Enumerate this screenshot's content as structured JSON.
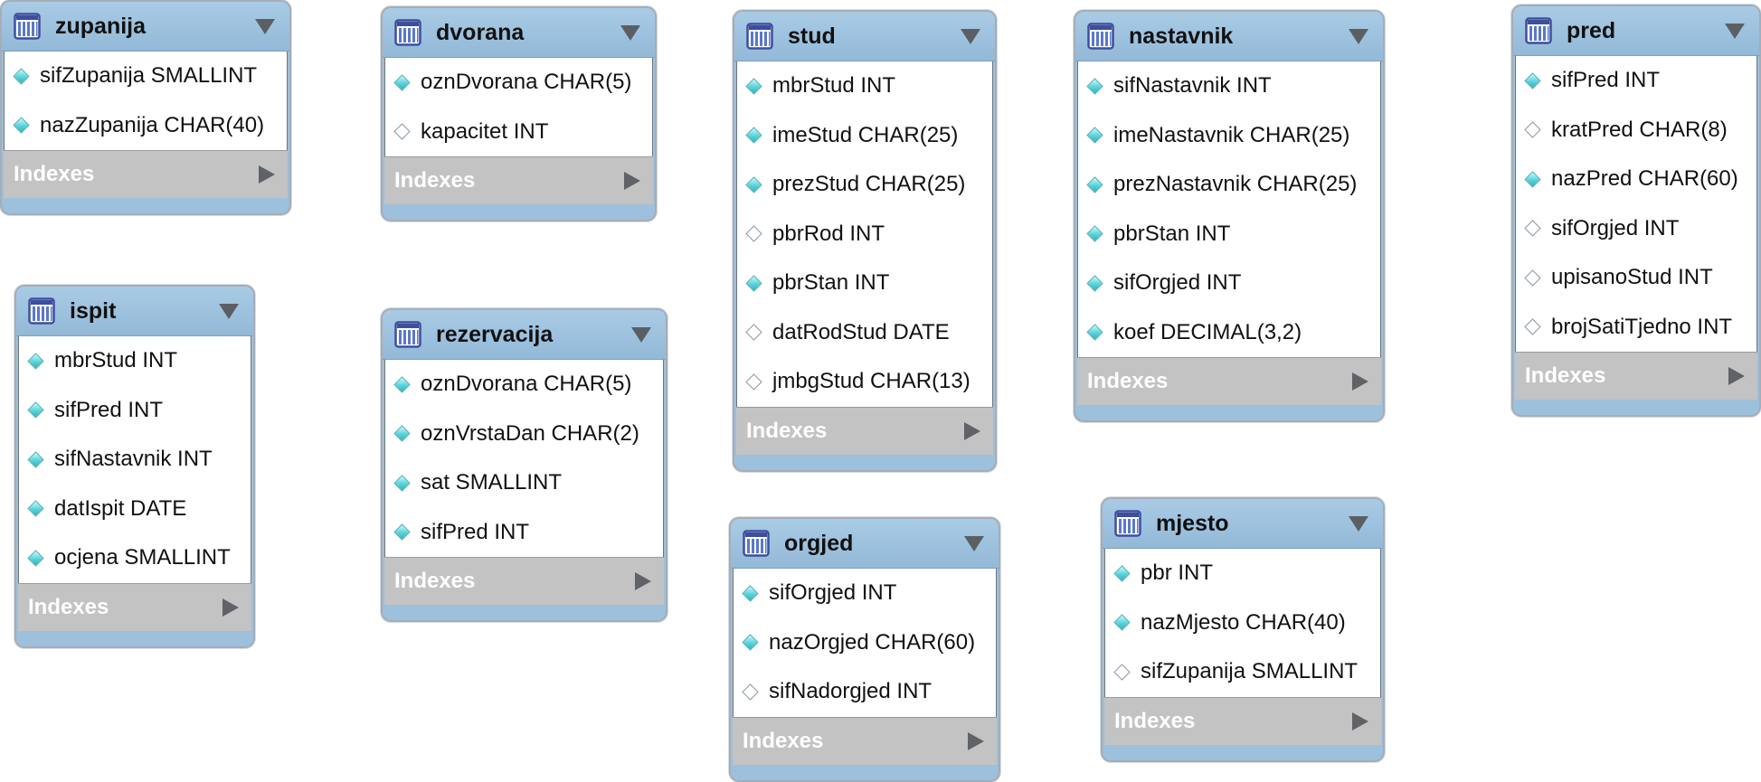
{
  "tables": {
    "zupanija": {
      "name": "zupanija",
      "columns": [
        {
          "label": "sifZupanija SMALLINT",
          "key": "filled"
        },
        {
          "label": "nazZupanija CHAR(40)",
          "key": "filled"
        }
      ],
      "indexes_label": "Indexes"
    },
    "dvorana": {
      "name": "dvorana",
      "columns": [
        {
          "label": "oznDvorana CHAR(5)",
          "key": "filled"
        },
        {
          "label": "kapacitet INT",
          "key": "hollow"
        }
      ],
      "indexes_label": "Indexes"
    },
    "stud": {
      "name": "stud",
      "columns": [
        {
          "label": "mbrStud INT",
          "key": "filled"
        },
        {
          "label": "imeStud CHAR(25)",
          "key": "filled"
        },
        {
          "label": "prezStud CHAR(25)",
          "key": "filled"
        },
        {
          "label": "pbrRod INT",
          "key": "hollow"
        },
        {
          "label": "pbrStan INT",
          "key": "filled"
        },
        {
          "label": "datRodStud DATE",
          "key": "hollow"
        },
        {
          "label": "jmbgStud CHAR(13)",
          "key": "hollow"
        }
      ],
      "indexes_label": "Indexes"
    },
    "nastavnik": {
      "name": "nastavnik",
      "columns": [
        {
          "label": "sifNastavnik INT",
          "key": "filled"
        },
        {
          "label": "imeNastavnik CHAR(25)",
          "key": "filled"
        },
        {
          "label": "prezNastavnik CHAR(25)",
          "key": "filled"
        },
        {
          "label": "pbrStan INT",
          "key": "filled"
        },
        {
          "label": "sifOrgjed INT",
          "key": "filled"
        },
        {
          "label": "koef DECIMAL(3,2)",
          "key": "filled"
        }
      ],
      "indexes_label": "Indexes"
    },
    "pred": {
      "name": "pred",
      "columns": [
        {
          "label": "sifPred INT",
          "key": "filled"
        },
        {
          "label": "kratPred CHAR(8)",
          "key": "hollow"
        },
        {
          "label": "nazPred CHAR(60)",
          "key": "filled"
        },
        {
          "label": "sifOrgjed INT",
          "key": "hollow"
        },
        {
          "label": "upisanoStud INT",
          "key": "hollow"
        },
        {
          "label": "brojSatiTjedno INT",
          "key": "hollow"
        }
      ],
      "indexes_label": "Indexes"
    },
    "ispit": {
      "name": "ispit",
      "columns": [
        {
          "label": "mbrStud INT",
          "key": "filled"
        },
        {
          "label": "sifPred INT",
          "key": "filled"
        },
        {
          "label": "sifNastavnik INT",
          "key": "filled"
        },
        {
          "label": "datIspit DATE",
          "key": "filled"
        },
        {
          "label": "ocjena SMALLINT",
          "key": "filled"
        }
      ],
      "indexes_label": "Indexes"
    },
    "rezervacija": {
      "name": "rezervacija",
      "columns": [
        {
          "label": "oznDvorana CHAR(5)",
          "key": "filled"
        },
        {
          "label": "oznVrstaDan CHAR(2)",
          "key": "filled"
        },
        {
          "label": "sat SMALLINT",
          "key": "filled"
        },
        {
          "label": "sifPred INT",
          "key": "filled"
        }
      ],
      "indexes_label": "Indexes"
    },
    "orgjed": {
      "name": "orgjed",
      "columns": [
        {
          "label": "sifOrgjed INT",
          "key": "filled"
        },
        {
          "label": "nazOrgjed CHAR(60)",
          "key": "filled"
        },
        {
          "label": "sifNadorgjed INT",
          "key": "hollow"
        }
      ],
      "indexes_label": "Indexes"
    },
    "mjesto": {
      "name": "mjesto",
      "columns": [
        {
          "label": "pbr INT",
          "key": "filled"
        },
        {
          "label": "nazMjesto CHAR(40)",
          "key": "filled"
        },
        {
          "label": "sifZupanija SMALLINT",
          "key": "hollow"
        }
      ],
      "indexes_label": "Indexes"
    }
  },
  "icons": {
    "table": "table-icon",
    "collapse": "collapse-arrow-icon",
    "expand": "expand-indexes-icon",
    "key_filled": "key-column-icon",
    "key_hollow": "nullable-column-icon"
  },
  "colors": {
    "header": "#9dc0dc",
    "indexes_bar": "#c3c3c3",
    "key_filled": "#59d3da"
  }
}
